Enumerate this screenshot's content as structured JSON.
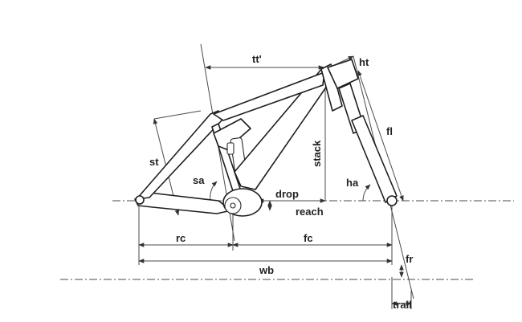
{
  "labels": {
    "tt": "tt'",
    "ht": "ht",
    "st": "st",
    "sa": "sa",
    "stack": "stack",
    "drop": "drop",
    "reach": "reach",
    "ha": "ha",
    "fl": "fl",
    "rc": "rc",
    "fc": "fc",
    "wb": "wb",
    "fr": "fr",
    "trail": "trail"
  },
  "colors": {
    "line": "#1e1e1e",
    "background": "#ffffff"
  }
}
